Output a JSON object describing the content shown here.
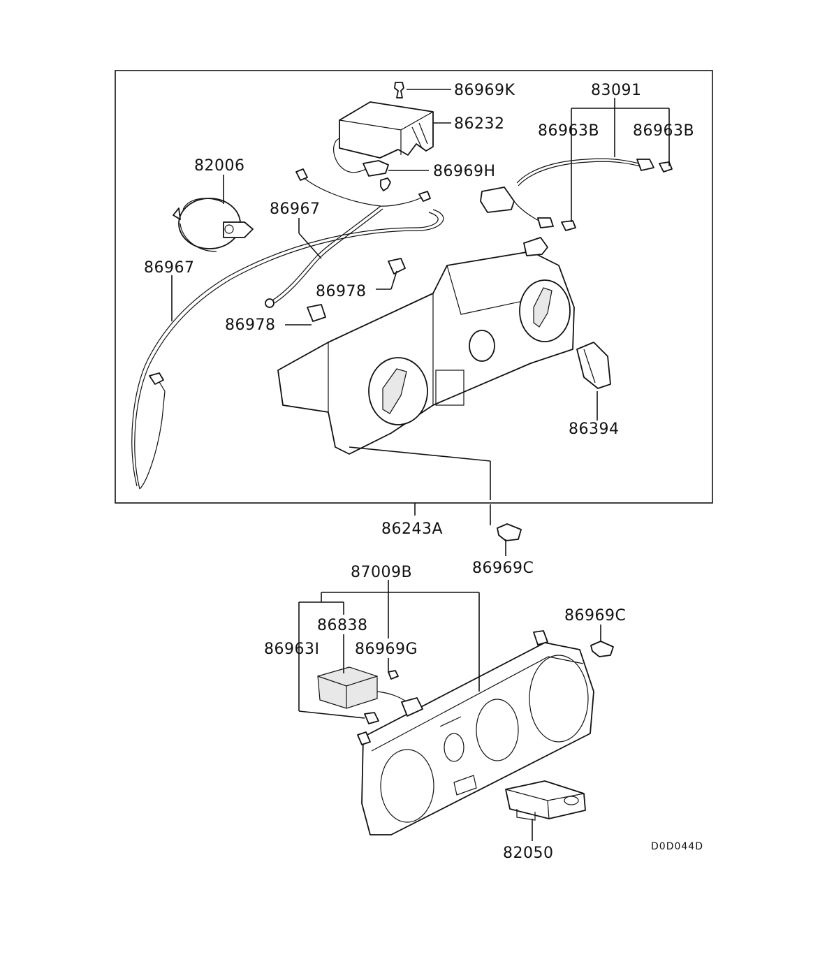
{
  "parts": {
    "p86969K": "86969K",
    "p86232": "86232",
    "p83091": "83091",
    "p86963B_a": "86963B",
    "p86963B_b": "86963B",
    "p82006": "82006",
    "p86969H": "86969H",
    "p86967_a": "86967",
    "p86967_b": "86967",
    "p86978_a": "86978",
    "p86978_b": "86978",
    "p86394": "86394",
    "p86243A": "86243A",
    "p86969C_a": "86969C",
    "p87009B": "87009B",
    "p86969C_b": "86969C",
    "p86838": "86838",
    "p86963I": "86963I",
    "p86969G": "86969G",
    "p82050": "82050"
  },
  "drawing_code": "D0D044D"
}
